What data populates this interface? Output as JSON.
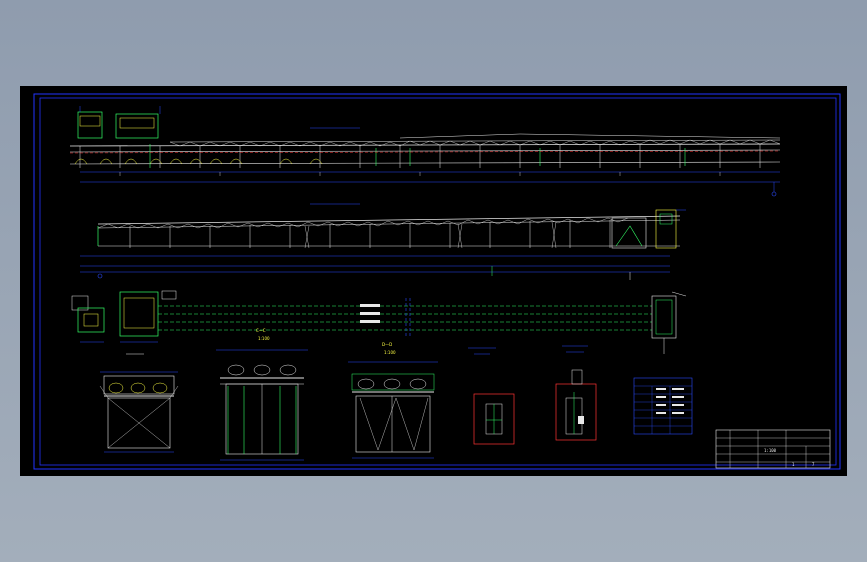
{
  "drawing": {
    "section_labels": [
      "C—C",
      "D—D"
    ],
    "scale_labels": [
      "1:100",
      "1:100"
    ],
    "title_block": {
      "sheet_number": "1",
      "sheet_total": "7",
      "scale": "1:100"
    }
  },
  "colors": {
    "background": "#000000",
    "frame": "#2233ff",
    "structure": "#e8e8e8",
    "rail": "#ff3333",
    "dimension": "#2b4bff",
    "accent": "#33ff66",
    "detail": "#ffff44",
    "marker": "#ff33ff"
  }
}
